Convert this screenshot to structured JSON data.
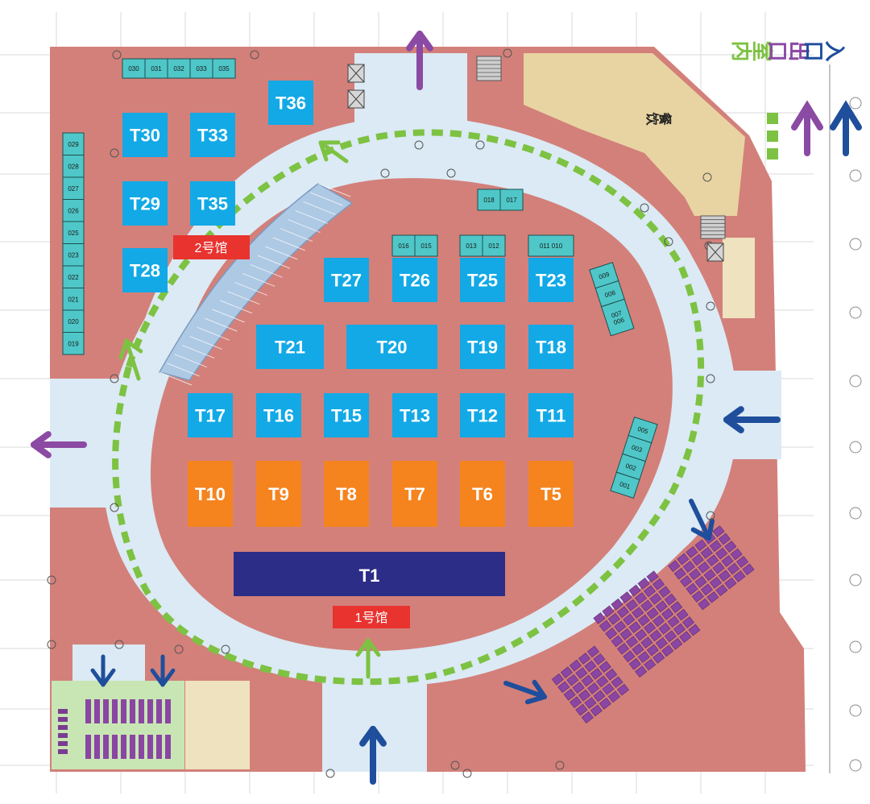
{
  "colors": {
    "floor": "#d3807a",
    "corridor": "#dbeaf4",
    "booth_blue": "#12a9e6",
    "booth_orange": "#f5841f",
    "booth_main": "#2b2d86",
    "small_booth": "#4fc7c8",
    "hall_label": "#e8332f",
    "route": "#7dc242",
    "exit": "#8b4aa3",
    "entrance": "#1f4e9c",
    "dining": "#e8d4a2",
    "seats": "#8a46a3",
    "rest_area": "#c8e6b4"
  },
  "legend": {
    "entrance": "入口",
    "exit": "出口",
    "indoor": "室内"
  },
  "halls": {
    "hall1": "1号馆",
    "hall2": "2号馆"
  },
  "dining": "餐饮",
  "main_booth": "T1",
  "booths_orange": [
    "T10",
    "T9",
    "T8",
    "T7",
    "T6",
    "T5"
  ],
  "booths_row_17": [
    "T17",
    "T16",
    "T15",
    "T13",
    "T12",
    "T11"
  ],
  "booths_row_21": [
    "T21",
    "T20",
    "T19",
    "T18"
  ],
  "booths_row_27": [
    "T27",
    "T26",
    "T25",
    "T23"
  ],
  "booths_hall2": [
    "T30",
    "T33",
    "T29",
    "T35",
    "T28",
    "T36"
  ],
  "small_top_row": [
    "030",
    "031",
    "032",
    "033",
    "035"
  ],
  "small_left_col": [
    "029",
    "028",
    "027",
    "026",
    "025",
    "023",
    "022",
    "021",
    "020",
    "019"
  ],
  "small_pairs": [
    [
      "018",
      "017"
    ],
    [
      "016",
      "015"
    ],
    [
      "013",
      "012"
    ],
    [
      "011 010"
    ]
  ],
  "small_right_upper": [
    "009",
    "008",
    "007\n006"
  ],
  "small_right_lower": [
    "005",
    "003",
    "002",
    "001"
  ]
}
